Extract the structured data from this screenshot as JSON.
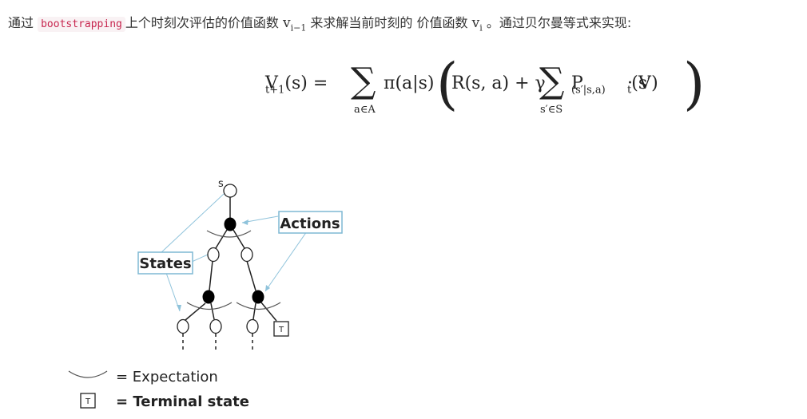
{
  "intro": {
    "prefix": "通过",
    "code": "bootstrapping",
    "middle1": "上个时刻次评估的价值函数",
    "var1": "v",
    "var1_sub": "i−1",
    "middle2": "来求解当前时刻的 价值函数",
    "var2": "v",
    "var2_sub": "i",
    "suffix": "。通过贝尔曼等式来实现:"
  },
  "formula": {
    "lhs_V": "V",
    "lhs_sub": "t+1",
    "lhs_arg": "(s) =",
    "sum1_symbol": "∑",
    "sum1_limit": "a∈A",
    "pi_term": "π(a|s)",
    "R_term": "R(s, a) + γ",
    "sum2_symbol": "∑",
    "sum2_limit": "s′∈S",
    "P_term": "P",
    "P_sub": "(s′|s,a)",
    "dot_V": "· V",
    "V_sub": "t",
    "V_arg": "(s′)",
    "open_paren": "(",
    "close_paren": ")"
  },
  "diagram": {
    "root_label": "s",
    "actions_label": "Actions",
    "states_label": "States",
    "terminal_marker": "T",
    "legend": {
      "expectation": "= Expectation",
      "terminal_marker": "T",
      "terminal": "= Terminal state"
    }
  },
  "colors": {
    "callout_border": "#7fb8d4",
    "callout_line": "#8fc3db",
    "tree_line": "#222222",
    "code_text": "#c7254e",
    "code_bg": "#f9f2f4"
  }
}
